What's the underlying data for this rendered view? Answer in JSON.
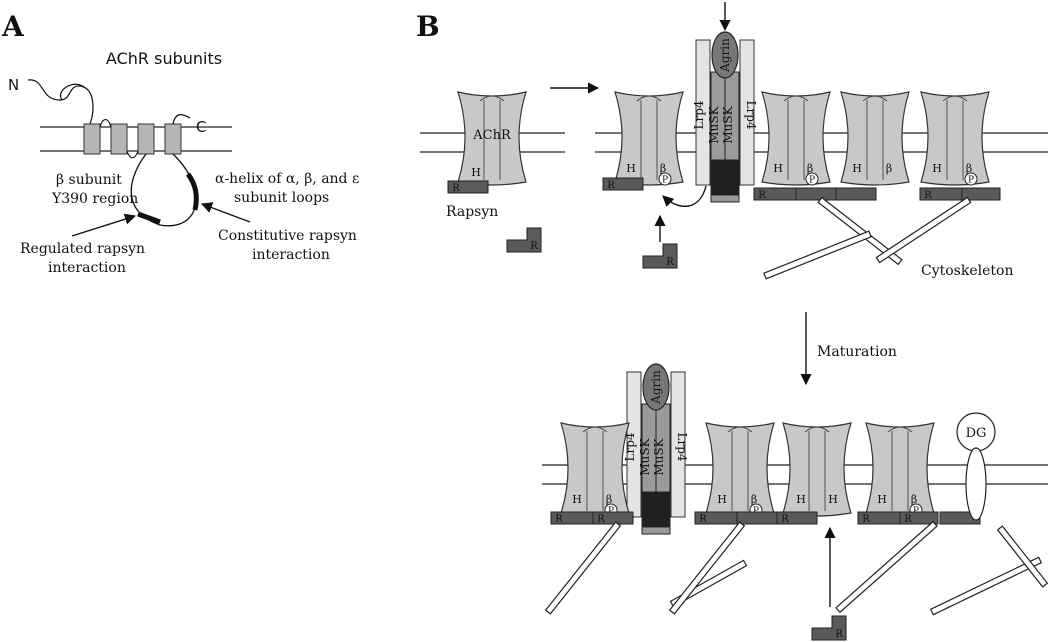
{
  "panel_a": {
    "letter": "A",
    "title": "AChR subunits",
    "n_term": "N",
    "c_term": "C",
    "beta_label_1": "β subunit",
    "beta_label_2": "Y390 region",
    "helix_label_1": "α-helix of α, β, and ε",
    "helix_label_2": "subunit loops",
    "regulated_1": "Regulated rapsyn",
    "regulated_2": "interaction",
    "constitutive_1": "Constitutive rapsyn",
    "constitutive_2": "interaction"
  },
  "panel_b": {
    "letter": "B",
    "achr_label": "AChR",
    "rapsyn_label": "Rapsyn",
    "cytoskeleton_label": "Cytoskeleton",
    "maturation_label": "Maturation",
    "agrin": "Agrin",
    "musk": "MuSK",
    "lrp4": "Lrp4",
    "dg": "DG",
    "h": "H",
    "beta": "β",
    "p": "P",
    "r": "R"
  }
}
